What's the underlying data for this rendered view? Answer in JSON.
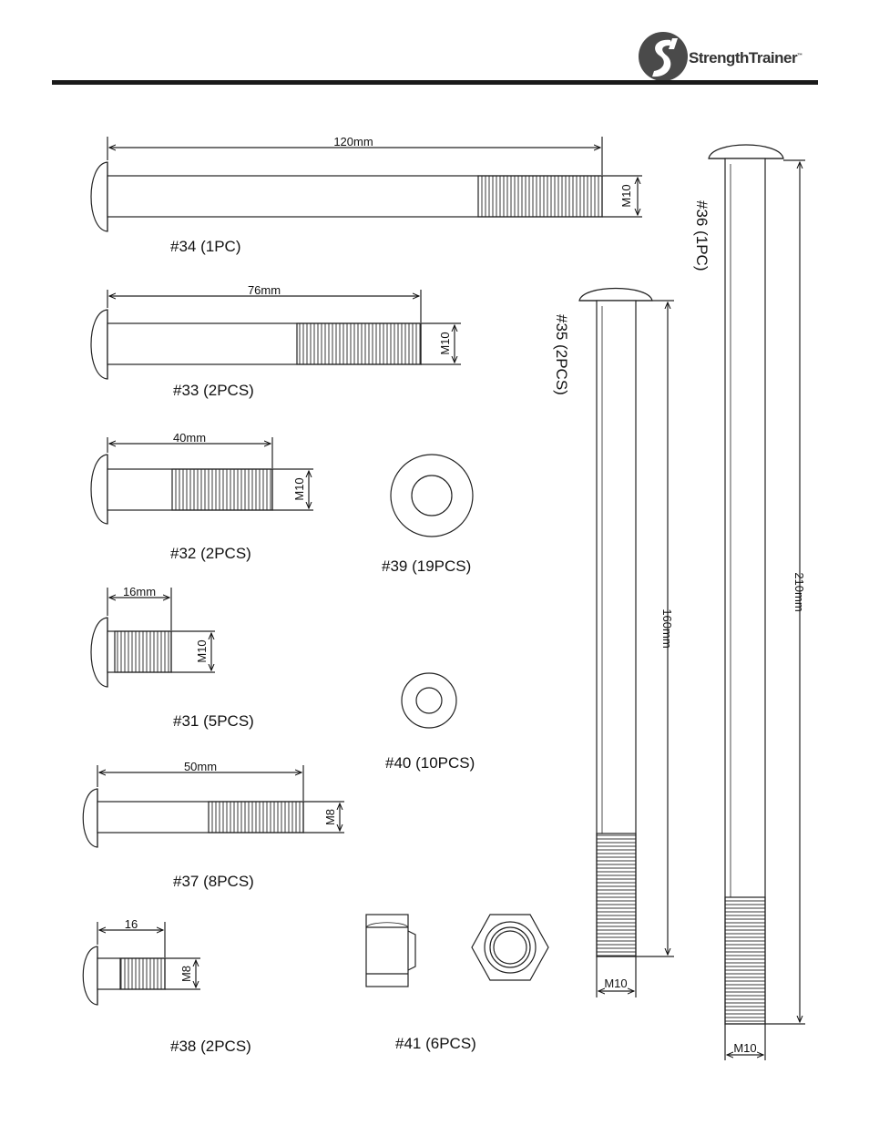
{
  "brand": {
    "name_bold": "Strength",
    "name_rest": "Trainer",
    "trademark": "™",
    "logo_icon": "strength-trainer-logo-icon"
  },
  "parts": {
    "p34": {
      "caption": "#34 (1PC)",
      "length": "120mm",
      "thread": "M10"
    },
    "p33": {
      "caption": "#33 (2PCS)",
      "length": "76mm",
      "thread": "M10"
    },
    "p32": {
      "caption": "#32 (2PCS)",
      "length": "40mm",
      "thread": "M10"
    },
    "p31": {
      "caption": "#31 (5PCS)",
      "length": "16mm",
      "thread": "M10"
    },
    "p37": {
      "caption": "#37 (8PCS)",
      "length": "50mm",
      "thread": "M8"
    },
    "p38": {
      "caption": "#38 (2PCS)",
      "length": "16",
      "thread": "M8"
    },
    "p39": {
      "caption": "#39 (19PCS)"
    },
    "p40": {
      "caption": "#40 (10PCS)"
    },
    "p41": {
      "caption": "#41 (6PCS)"
    },
    "p35": {
      "caption": "#35 (2PCS)",
      "length": "160mm",
      "thread": "M10"
    },
    "p36": {
      "caption": "#36 (1PC)",
      "length": "210mm",
      "thread": "M10"
    }
  }
}
